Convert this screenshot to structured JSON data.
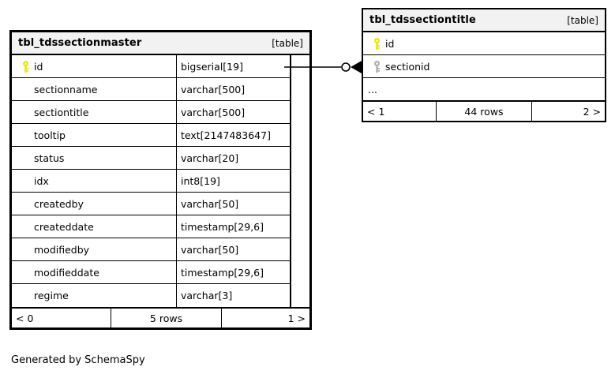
{
  "diagram": {
    "credit": "Generated by SchemaSpy",
    "background": "#ffffff",
    "header_background": "#f2f2f2",
    "border_color": "#000000",
    "primary_key_color": "#e8e800",
    "foreign_key_color": "#b0b0b0"
  },
  "tables": {
    "master": {
      "name": "tbl_tdssectionmaster",
      "tag": "[table]",
      "columns": [
        {
          "name": "id",
          "type": "bigserial[19]",
          "key": "primary"
        },
        {
          "name": "sectionname",
          "type": "varchar[500]",
          "key": "none"
        },
        {
          "name": "sectiontitle",
          "type": "varchar[500]",
          "key": "none"
        },
        {
          "name": "tooltip",
          "type": "text[2147483647]",
          "key": "none"
        },
        {
          "name": "status",
          "type": "varchar[20]",
          "key": "none"
        },
        {
          "name": "idx",
          "type": "int8[19]",
          "key": "none"
        },
        {
          "name": "createdby",
          "type": "varchar[50]",
          "key": "none"
        },
        {
          "name": "createddate",
          "type": "timestamp[29,6]",
          "key": "none"
        },
        {
          "name": "modifiedby",
          "type": "varchar[50]",
          "key": "none"
        },
        {
          "name": "modifieddate",
          "type": "timestamp[29,6]",
          "key": "none"
        },
        {
          "name": "regime",
          "type": "varchar[3]",
          "key": "none"
        }
      ],
      "footer": {
        "prev": "< 0",
        "count": "5 rows",
        "next": "1 >"
      }
    },
    "title": {
      "name": "tbl_tdssectiontitle",
      "tag": "[table]",
      "columns": [
        {
          "name": "id",
          "type": "",
          "key": "primary"
        },
        {
          "name": "sectionid",
          "type": "",
          "key": "foreign"
        }
      ],
      "ellipsis": "...",
      "footer": {
        "prev": "< 1",
        "count": "44 rows",
        "next": "2 >"
      }
    }
  },
  "relationship": {
    "from_table": "tbl_tdssectionmaster",
    "from_column": "id",
    "to_table": "tbl_tdssectiontitle",
    "to_column": "sectionid",
    "source_cardinality": "zero-or-one",
    "target_cardinality": "many"
  }
}
